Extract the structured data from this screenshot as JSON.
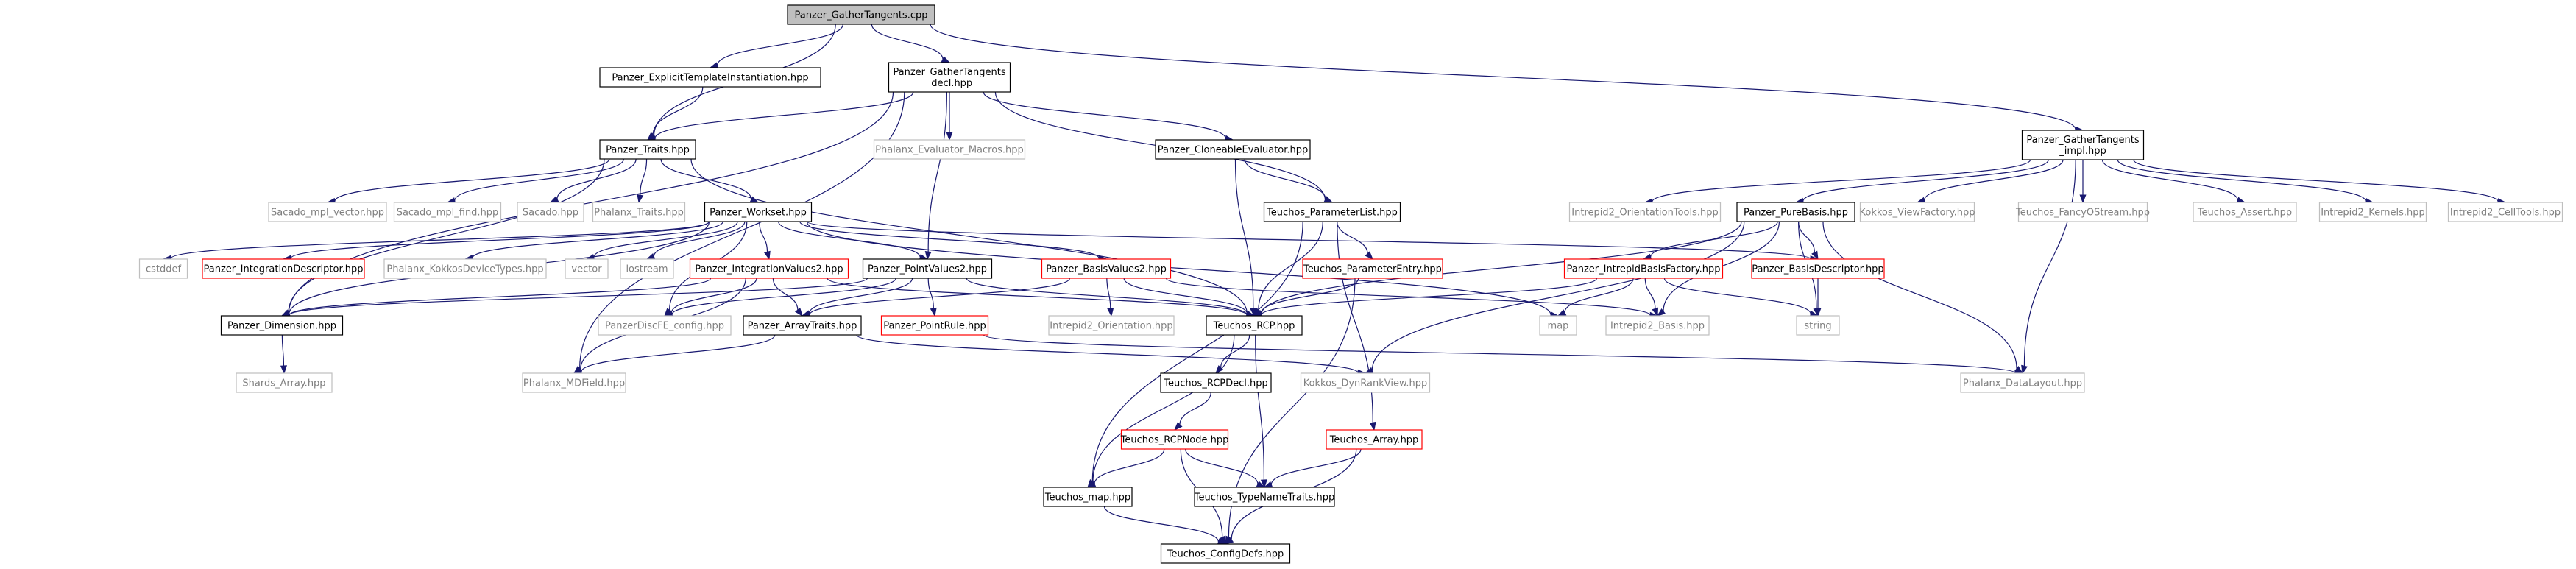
{
  "colors": {
    "edge": "#191970",
    "documented_border": "#000000",
    "undocumented_border": "#bfbfbf",
    "no_doc_border": "#ff0000",
    "root_fill": "#bfbfbf",
    "text": "#000000",
    "muted_text": "#7f7f7f"
  },
  "nodes": [
    {
      "id": "root",
      "lines": [
        "Panzer_GatherTangents.cpp"
      ],
      "style": "root"
    },
    {
      "id": "eti",
      "lines": [
        "Panzer_ExplicitTemplateInstantiation.hpp"
      ],
      "style": "documented"
    },
    {
      "id": "decl",
      "lines": [
        "Panzer_GatherTangents",
        "_decl.hpp"
      ],
      "style": "documented"
    },
    {
      "id": "impl",
      "lines": [
        "Panzer_GatherTangents",
        "_impl.hpp"
      ],
      "style": "documented"
    },
    {
      "id": "traits",
      "lines": [
        "Panzer_Traits.hpp"
      ],
      "style": "documented"
    },
    {
      "id": "phxEvalMacros",
      "lines": [
        "Phalanx_Evaluator_Macros.hpp"
      ],
      "style": "undocumented"
    },
    {
      "id": "cloneable",
      "lines": [
        "Panzer_CloneableEvaluator.hpp"
      ],
      "style": "documented"
    },
    {
      "id": "paramList",
      "lines": [
        "Teuchos_ParameterList.hpp"
      ],
      "style": "documented"
    },
    {
      "id": "sacMplVec",
      "lines": [
        "Sacado_mpl_vector.hpp"
      ],
      "style": "undocumented"
    },
    {
      "id": "sacMplFind",
      "lines": [
        "Sacado_mpl_find.hpp"
      ],
      "style": "undocumented"
    },
    {
      "id": "sacado",
      "lines": [
        "Sacado.hpp"
      ],
      "style": "undocumented"
    },
    {
      "id": "phxTraits",
      "lines": [
        "Phalanx_Traits.hpp"
      ],
      "style": "undocumented"
    },
    {
      "id": "workset",
      "lines": [
        "Panzer_Workset.hpp"
      ],
      "style": "documented"
    },
    {
      "id": "cstddef",
      "lines": [
        "cstddef"
      ],
      "style": "undocumented"
    },
    {
      "id": "intDesc",
      "lines": [
        "Panzer_IntegrationDescriptor.hpp"
      ],
      "style": "nodoc"
    },
    {
      "id": "phxKokkos",
      "lines": [
        "Phalanx_KokkosDeviceTypes.hpp"
      ],
      "style": "undocumented"
    },
    {
      "id": "vector",
      "lines": [
        "vector"
      ],
      "style": "undocumented"
    },
    {
      "id": "iostream",
      "lines": [
        "iostream"
      ],
      "style": "undocumented"
    },
    {
      "id": "intVals2",
      "lines": [
        "Panzer_IntegrationValues2.hpp"
      ],
      "style": "nodoc"
    },
    {
      "id": "ptVals2",
      "lines": [
        "Panzer_PointValues2.hpp"
      ],
      "style": "documented"
    },
    {
      "id": "basisVals2",
      "lines": [
        "Panzer_BasisValues2.hpp"
      ],
      "style": "nodoc"
    },
    {
      "id": "paramEntry",
      "lines": [
        "Teuchos_ParameterEntry.hpp"
      ],
      "style": "nodoc"
    },
    {
      "id": "intrOrientTools",
      "lines": [
        "Intrepid2_OrientationTools.hpp"
      ],
      "style": "undocumented"
    },
    {
      "id": "pureBasis",
      "lines": [
        "Panzer_PureBasis.hpp"
      ],
      "style": "documented"
    },
    {
      "id": "kokkosViewFactory",
      "lines": [
        "Kokkos_ViewFactory.hpp"
      ],
      "style": "undocumented"
    },
    {
      "id": "fancyOStream",
      "lines": [
        "Teuchos_FancyOStream.hpp"
      ],
      "style": "undocumented"
    },
    {
      "id": "assert",
      "lines": [
        "Teuchos_Assert.hpp"
      ],
      "style": "undocumented"
    },
    {
      "id": "kernels",
      "lines": [
        "Intrepid2_Kernels.hpp"
      ],
      "style": "undocumented"
    },
    {
      "id": "cellTools",
      "lines": [
        "Intrepid2_CellTools.hpp"
      ],
      "style": "undocumented"
    },
    {
      "id": "intrBasisFactory",
      "lines": [
        "Panzer_IntrepidBasisFactory.hpp"
      ],
      "style": "nodoc"
    },
    {
      "id": "basisDesc",
      "lines": [
        "Panzer_BasisDescriptor.hpp"
      ],
      "style": "nodoc"
    },
    {
      "id": "dimension",
      "lines": [
        "Panzer_Dimension.hpp"
      ],
      "style": "documented"
    },
    {
      "id": "discfe",
      "lines": [
        "PanzerDiscFE_config.hpp"
      ],
      "style": "undocumented"
    },
    {
      "id": "arrayTraits",
      "lines": [
        "Panzer_ArrayTraits.hpp"
      ],
      "style": "documented"
    },
    {
      "id": "pointRule",
      "lines": [
        "Panzer_PointRule.hpp"
      ],
      "style": "nodoc"
    },
    {
      "id": "intrOrient",
      "lines": [
        "Intrepid2_Orientation.hpp"
      ],
      "style": "undocumented"
    },
    {
      "id": "rcp",
      "lines": [
        "Teuchos_RCP.hpp"
      ],
      "style": "documented"
    },
    {
      "id": "map",
      "lines": [
        "map"
      ],
      "style": "undocumented"
    },
    {
      "id": "intrBasis",
      "lines": [
        "Intrepid2_Basis.hpp"
      ],
      "style": "undocumented"
    },
    {
      "id": "string",
      "lines": [
        "string"
      ],
      "style": "undocumented"
    },
    {
      "id": "shards",
      "lines": [
        "Shards_Array.hpp"
      ],
      "style": "undocumented"
    },
    {
      "id": "mdfield",
      "lines": [
        "Phalanx_MDField.hpp"
      ],
      "style": "undocumented"
    },
    {
      "id": "rcpDecl",
      "lines": [
        "Teuchos_RCPDecl.hpp"
      ],
      "style": "documented"
    },
    {
      "id": "dynRank",
      "lines": [
        "Kokkos_DynRankView.hpp"
      ],
      "style": "undocumented"
    },
    {
      "id": "dataLayout",
      "lines": [
        "Phalanx_DataLayout.hpp"
      ],
      "style": "undocumented"
    },
    {
      "id": "rcpNode",
      "lines": [
        "Teuchos_RCPNode.hpp"
      ],
      "style": "nodoc"
    },
    {
      "id": "tArray",
      "lines": [
        "Teuchos_Array.hpp"
      ],
      "style": "nodoc"
    },
    {
      "id": "tmap",
      "lines": [
        "Teuchos_map.hpp"
      ],
      "style": "documented"
    },
    {
      "id": "typeNameTraits",
      "lines": [
        "Teuchos_TypeNameTraits.hpp"
      ],
      "style": "documented"
    },
    {
      "id": "configDefs",
      "lines": [
        "Teuchos_ConfigDefs.hpp"
      ],
      "style": "documented"
    }
  ],
  "edges": [
    [
      "root",
      "eti"
    ],
    [
      "root",
      "decl"
    ],
    [
      "root",
      "traits"
    ],
    [
      "root",
      "impl"
    ],
    [
      "eti",
      "traits"
    ],
    [
      "decl",
      "traits"
    ],
    [
      "decl",
      "phxEvalMacros"
    ],
    [
      "decl",
      "cloneable"
    ],
    [
      "decl",
      "paramList"
    ],
    [
      "decl",
      "ptVals2"
    ],
    [
      "decl",
      "dimension"
    ],
    [
      "decl",
      "mdfield"
    ],
    [
      "traits",
      "sacMplVec"
    ],
    [
      "traits",
      "sacMplFind"
    ],
    [
      "traits",
      "sacado"
    ],
    [
      "traits",
      "phxTraits"
    ],
    [
      "traits",
      "workset"
    ],
    [
      "traits",
      "rcp"
    ],
    [
      "traits",
      "dimension"
    ],
    [
      "cloneable",
      "paramList"
    ],
    [
      "cloneable",
      "rcp"
    ],
    [
      "paramList",
      "paramEntry"
    ],
    [
      "paramList",
      "rcp"
    ],
    [
      "paramList",
      "tmap"
    ],
    [
      "paramList",
      "tArray"
    ],
    [
      "workset",
      "cstddef"
    ],
    [
      "workset",
      "intDesc"
    ],
    [
      "workset",
      "phxKokkos"
    ],
    [
      "workset",
      "vector"
    ],
    [
      "workset",
      "iostream"
    ],
    [
      "workset",
      "intVals2"
    ],
    [
      "workset",
      "ptVals2"
    ],
    [
      "workset",
      "basisVals2"
    ],
    [
      "workset",
      "dimension"
    ],
    [
      "workset",
      "discfe"
    ],
    [
      "workset",
      "map"
    ],
    [
      "workset",
      "basisDesc"
    ],
    [
      "intVals2",
      "dimension"
    ],
    [
      "intVals2",
      "discfe"
    ],
    [
      "intVals2",
      "arrayTraits"
    ],
    [
      "intVals2",
      "mdfield"
    ],
    [
      "intVals2",
      "rcp"
    ],
    [
      "ptVals2",
      "dimension"
    ],
    [
      "ptVals2",
      "discfe"
    ],
    [
      "ptVals2",
      "arrayTraits"
    ],
    [
      "ptVals2",
      "pointRule"
    ],
    [
      "ptVals2",
      "rcp"
    ],
    [
      "basisVals2",
      "arrayTraits"
    ],
    [
      "basisVals2",
      "intrOrient"
    ],
    [
      "basisVals2",
      "rcp"
    ],
    [
      "basisVals2",
      "intrBasis"
    ],
    [
      "paramEntry",
      "rcp"
    ],
    [
      "paramEntry",
      "configDefs"
    ],
    [
      "impl",
      "intrOrientTools"
    ],
    [
      "impl",
      "pureBasis"
    ],
    [
      "impl",
      "kokkosViewFactory"
    ],
    [
      "impl",
      "fancyOStream"
    ],
    [
      "impl",
      "assert"
    ],
    [
      "impl",
      "kernels"
    ],
    [
      "impl",
      "cellTools"
    ],
    [
      "impl",
      "dataLayout"
    ],
    [
      "pureBasis",
      "intrBasisFactory"
    ],
    [
      "pureBasis",
      "basisDesc"
    ],
    [
      "pureBasis",
      "rcp"
    ],
    [
      "pureBasis",
      "intrBasis"
    ],
    [
      "pureBasis",
      "string"
    ],
    [
      "pureBasis",
      "dataLayout"
    ],
    [
      "pureBasis",
      "dynRank"
    ],
    [
      "intrBasisFactory",
      "rcp"
    ],
    [
      "intrBasisFactory",
      "map"
    ],
    [
      "intrBasisFactory",
      "intrBasis"
    ],
    [
      "intrBasisFactory",
      "string"
    ],
    [
      "basisDesc",
      "string"
    ],
    [
      "dimension",
      "shards"
    ],
    [
      "arrayTraits",
      "mdfield"
    ],
    [
      "arrayTraits",
      "dynRank"
    ],
    [
      "pointRule",
      "dataLayout"
    ],
    [
      "rcp",
      "rcpDecl"
    ],
    [
      "rcp",
      "tmap"
    ],
    [
      "rcp",
      "typeNameTraits"
    ],
    [
      "rcpDecl",
      "rcpNode"
    ],
    [
      "rcpNode",
      "tmap"
    ],
    [
      "rcpNode",
      "typeNameTraits"
    ],
    [
      "rcpNode",
      "configDefs"
    ],
    [
      "tArray",
      "typeNameTraits"
    ],
    [
      "tArray",
      "configDefs"
    ],
    [
      "tmap",
      "configDefs"
    ]
  ]
}
